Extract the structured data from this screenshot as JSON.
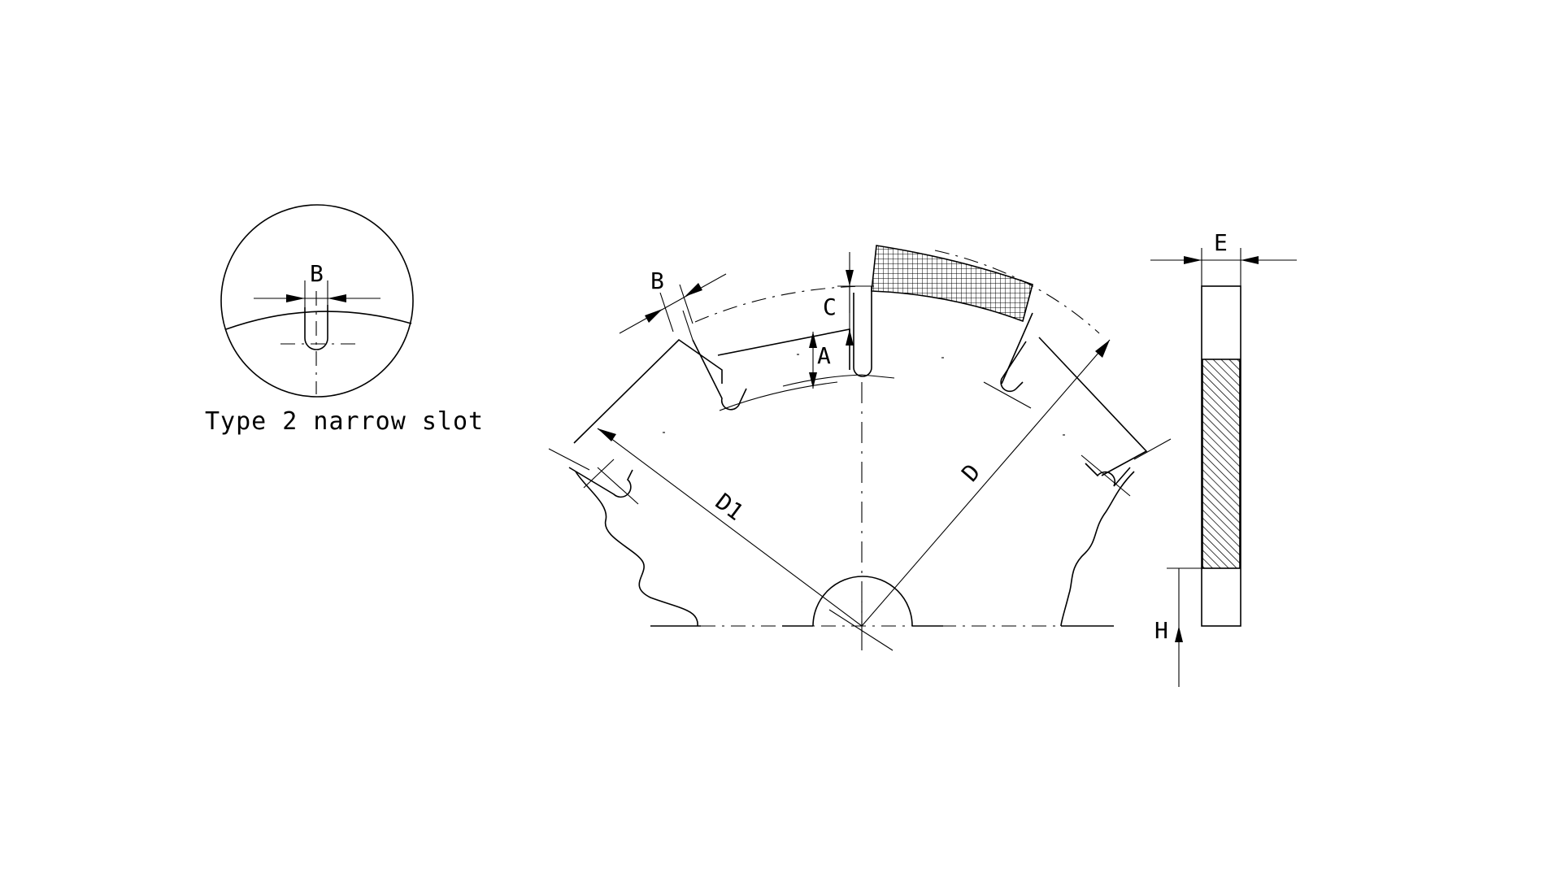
{
  "detail": {
    "label_b": "B",
    "caption": "Type 2 narrow slot"
  },
  "main": {
    "label_a": "A",
    "label_b": "B",
    "label_c": "C",
    "label_d": "D",
    "label_d1": "D1"
  },
  "side": {
    "label_e": "E",
    "label_h": "H"
  }
}
